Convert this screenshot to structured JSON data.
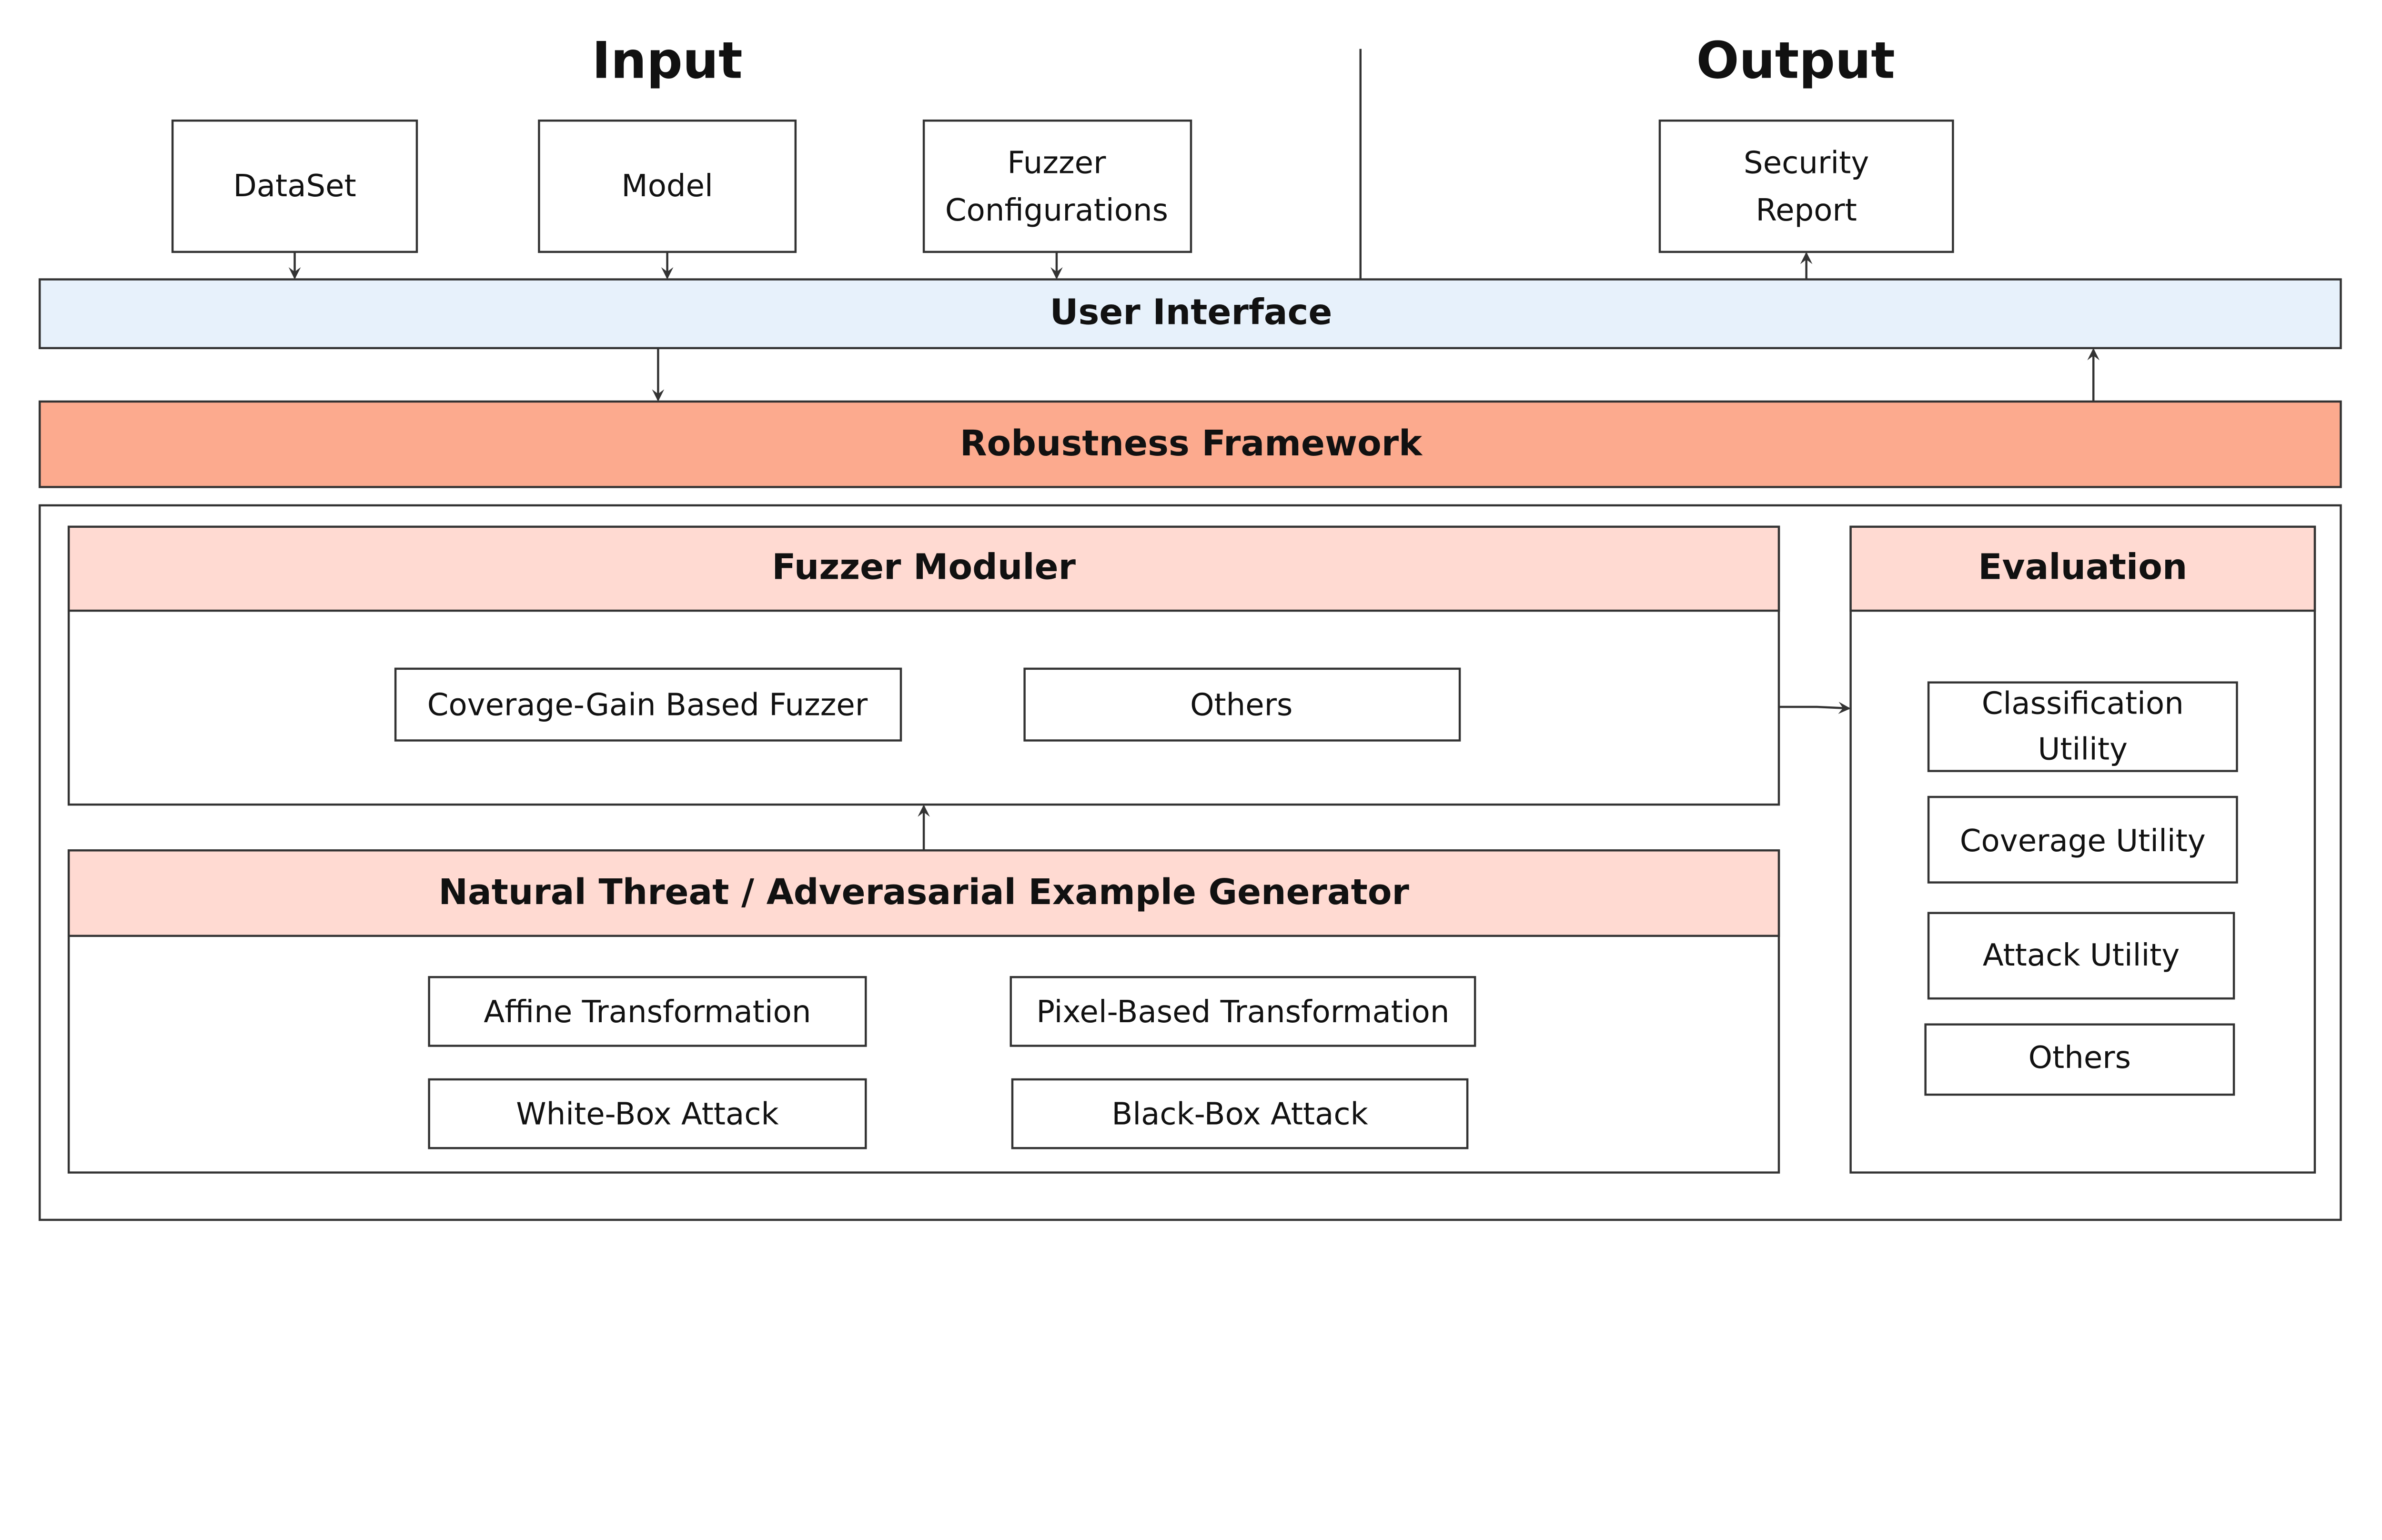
{
  "input_title": "Input",
  "output_title": "Output",
  "inputs": [
    {
      "line1": "DataSet",
      "line2": ""
    },
    {
      "line1": "Model",
      "line2": ""
    },
    {
      "line1": "Fuzzer",
      "line2": "Configurations"
    }
  ],
  "output": {
    "line1": "Security",
    "line2": "Report"
  },
  "user_interface": "User Interface",
  "robustness_framework": "Robustness Framework",
  "fuzzer_moduler": {
    "title": "Fuzzer Moduler",
    "items": [
      "Coverage-Gain Based Fuzzer",
      "Others"
    ]
  },
  "generator": {
    "title": "Natural Threat / Adverasarial Example Generator",
    "items": [
      "Affine Transformation",
      "Pixel-Based Transformation",
      "White-Box Attack",
      "Black-Box Attack"
    ]
  },
  "evaluation": {
    "title": "Evaluation",
    "items": [
      {
        "line1": "Classification",
        "line2": "Utility"
      },
      {
        "line1": "Coverage Utility",
        "line2": ""
      },
      {
        "line1": "Attack Utility",
        "line2": ""
      },
      {
        "line1": "Others",
        "line2": ""
      }
    ]
  },
  "colors": {
    "user_interface": "#e7f1fb",
    "robustness_framework": "#fcaa8e",
    "section_header": "#ffdad2",
    "border": "#333333"
  }
}
